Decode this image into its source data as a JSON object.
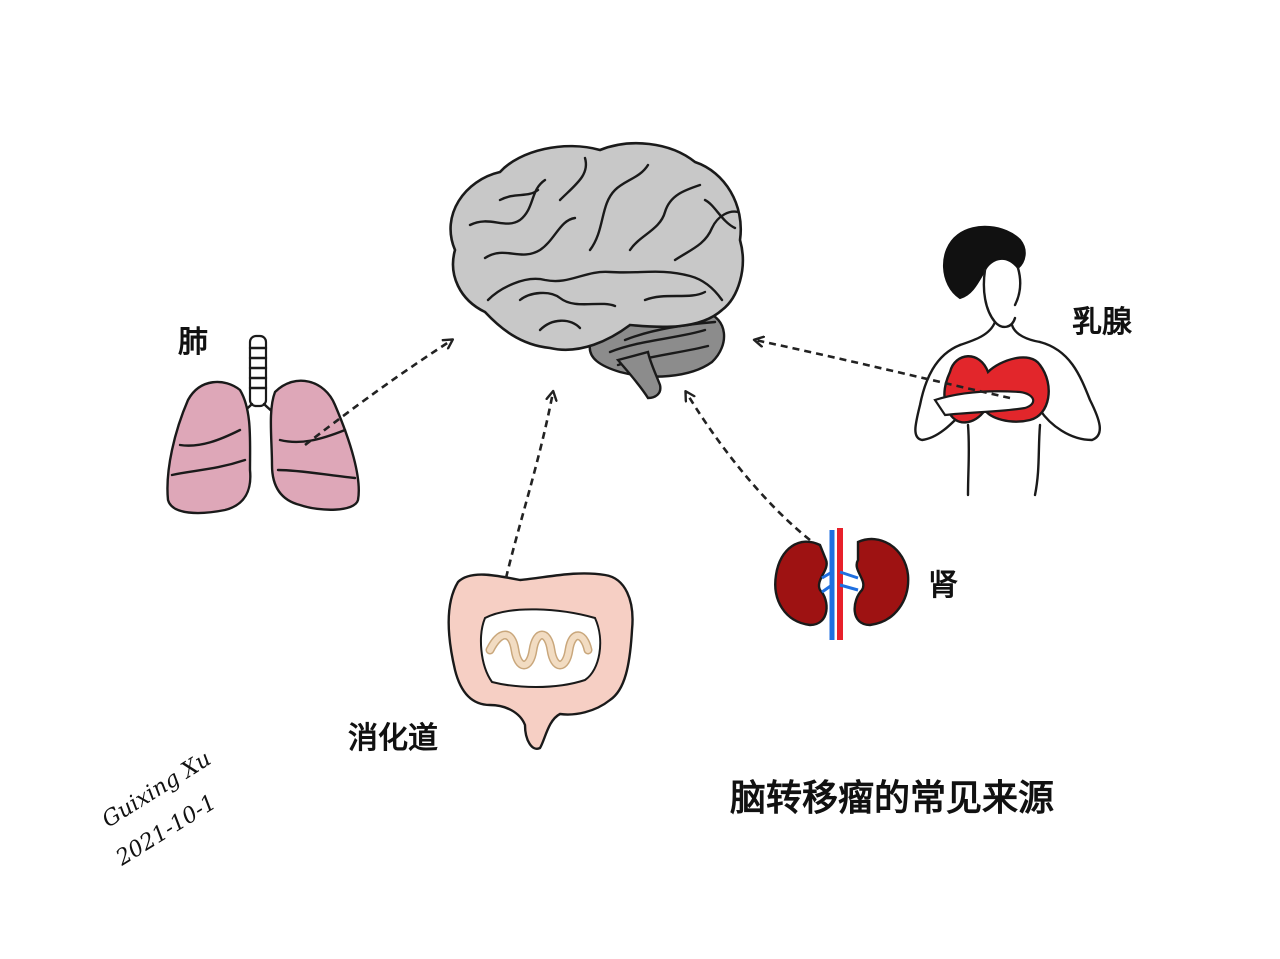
{
  "caption": "脑转移瘤的常见来源",
  "organs": {
    "lung": {
      "label": "肺",
      "icon": "lungs-icon"
    },
    "breast": {
      "label": "乳腺",
      "icon": "woman-breast-icon"
    },
    "digestive": {
      "label": "消化道",
      "icon": "intestine-icon"
    },
    "kidney": {
      "label": "肾",
      "icon": "kidneys-icon"
    },
    "brain": {
      "icon": "brain-icon"
    }
  },
  "signature": {
    "name": "Guixing Xu",
    "date": "2021-10-1"
  },
  "colors": {
    "brain": "#c8c8c8",
    "cerebellum": "#8c8c8c",
    "lung": "#dea7b8",
    "intestine": "#f6cfc4",
    "small_intestine": "#f2dcc2",
    "kidney": "#9e1212",
    "artery": "#e8202a",
    "vein": "#1f6fe0",
    "bra": "#e2262b",
    "hair": "#111111"
  }
}
